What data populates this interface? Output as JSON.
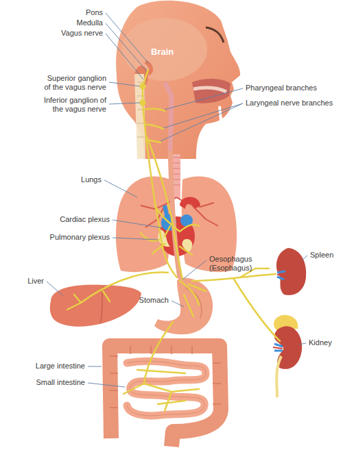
{
  "diagram": {
    "labels": [
      "Pons",
      "Medulla",
      "Vagus nerve",
      "Brain",
      "Superior ganglion of the vagus nerve",
      "Inferior ganglion of the vagus nerve",
      "Pharyngeal branches",
      "Laryngeal nerve branches",
      "Lungs",
      "Cardiac plexus",
      "Pulmonary plexus",
      "Spleen",
      "Liver",
      "Oesophagus (Esophagus)",
      "Stomach",
      "Kidney",
      "Large intestine",
      "Small intestine"
    ]
  }
}
